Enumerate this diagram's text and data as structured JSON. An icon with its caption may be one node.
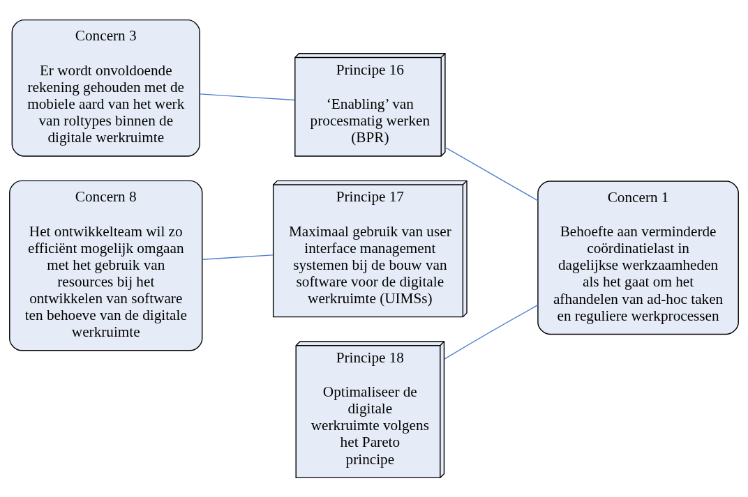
{
  "diagram": {
    "nodes": [
      {
        "text": [
          "Concern 3",
          "Er wordt onvoldoende rekening gehouden met de mobiele aard van het werk van roltypes binnen de digitale werkruimte"
        ]
      },
      {
        "text": [
          "Principe 16",
          "‘Enabling’ van procesmatig werken (BPR)"
        ]
      },
      {
        "text": [
          "Concern 1",
          "Behoefte aan verminderde coördinatielast in dagelijkse werkzaamheden als het gaat om het afhandelen van ad-hoc taken en reguliere werkprocessen"
        ]
      },
      {
        "text": [
          "Concern 8",
          "Het ontwikkelteam wil zo efficiënt mogelijk omgaan met het gebruik van resources bij het ontwikkelen van software ten behoeve van de digitale werkruimte"
        ]
      },
      {
        "text": [
          "Principe 17",
          "Maximaal gebruik van user interface management systemen bij de bouw van software voor de digitale werkruimte (UIMSs)"
        ]
      },
      {
        "text": [
          "Principe 18",
          "Optimaliseer de digitale werkruimte volgens het Pareto principe"
        ]
      }
    ],
    "edges": [
      {
        "from": 0,
        "to": 1,
        "arrow": "none"
      },
      {
        "from": 1,
        "to": 2,
        "arrow": "none"
      },
      {
        "from": 3,
        "to": 4,
        "arrow": "none"
      },
      {
        "from": 2,
        "to": 5,
        "arrow": "none"
      }
    ]
  }
}
